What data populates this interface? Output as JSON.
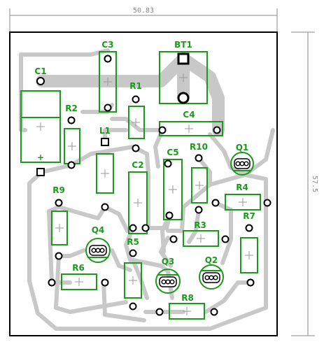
{
  "dimensions": {
    "width_label": "50.83",
    "height_label": "57.5"
  },
  "colors": {
    "outline": "#000000",
    "trace": "#c8c8c8",
    "silkscreen": "#1a9a1a",
    "pad_ring": "#000000",
    "dimension": "#8a8a8a"
  },
  "components": {
    "C1": "C1",
    "C2": "C2",
    "C3": "C3",
    "C4": "C4",
    "C5": "C5",
    "BT1": "BT1",
    "L1": "L1",
    "R1": "R1",
    "R2": "R2",
    "R3": "R3",
    "R4": "R4",
    "R5": "R5",
    "R6": "R6",
    "R7": "R7",
    "R8": "R8",
    "R9": "R9",
    "R10": "R10",
    "Q1": "Q1",
    "Q2": "Q2",
    "Q3": "Q3",
    "Q4": "Q4"
  },
  "polarity": {
    "plus": "+"
  }
}
